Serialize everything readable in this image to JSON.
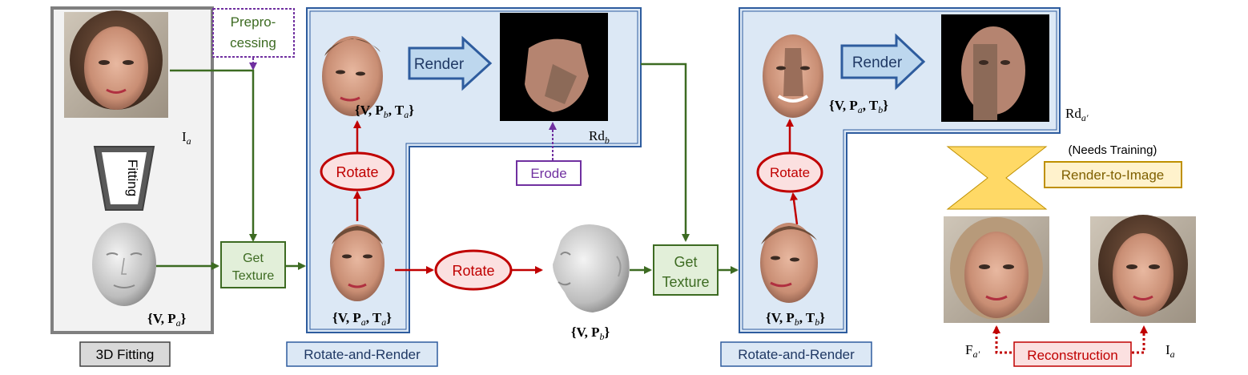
{
  "labels": {
    "preprocessing_line1": "Prepro-",
    "preprocessing_line2": "cessing",
    "fitting": "Fitting",
    "fitting_section": "3D Fitting",
    "get_texture_1_line1": "Get",
    "get_texture_1_line2": "Texture",
    "get_texture_2_line1": "Get",
    "get_texture_2_line2": "Texture",
    "render_1": "Render",
    "render_2": "Render",
    "rotate_1": "Rotate",
    "rotate_2": "Rotate",
    "rotate_3": "Rotate",
    "erode": "Erode",
    "rotate_and_render_1": "Rotate-and-Render",
    "rotate_and_render_2": "Rotate-and-Render",
    "needs_training": "(Needs Training)",
    "render_to_image": "Render-to-Image",
    "reconstruction": "Reconstruction"
  },
  "math": {
    "input_image": "I",
    "input_image_sub": "a",
    "mesh_set_va": "{V, P",
    "mesh_set_va_sub": "a",
    "set_b_T_a": "{V, P",
    "set_b_T_a_sub1": "b",
    "set_b_T_a_mid": ", T",
    "set_b_T_a_sub2": "a",
    "set_a_T_a": "{V, P",
    "set_a_T_a_sub1": "a",
    "set_a_T_a_mid": ", T",
    "set_a_T_a_sub2": "a",
    "set_vpb": "{V, P",
    "set_vpb_sub": "b",
    "set_a_T_b": "{V, P",
    "set_a_T_b_sub1": "a",
    "set_a_T_b_mid": ", T",
    "set_a_T_b_sub2": "b",
    "set_b_T_b": "{V, P",
    "set_b_T_b_sub1": "b",
    "set_b_T_b_mid": ", T",
    "set_b_T_b_sub2": "b",
    "rd_b": "Rd",
    "rd_b_sub": "b",
    "rd_a_prime": "Rd",
    "rd_a_prime_sub": "a′",
    "f_a_prime": "F",
    "f_a_prime_sub": "a′",
    "i_a_out": "I",
    "i_a_out_sub": "a",
    "close_brace": "}"
  },
  "colors": {
    "green": "#3d6b22",
    "red": "#c00000",
    "purple": "#7030a0",
    "blue_border": "#2e5c9e",
    "blue_fill": "#dce8f5",
    "gray_border": "#7f7f7f",
    "gray_fill": "#f2f2f2",
    "green_fill": "#e2efd9",
    "red_fill": "#fbe0e0",
    "gold": "#ffd966",
    "gold_border": "#bf9000"
  }
}
